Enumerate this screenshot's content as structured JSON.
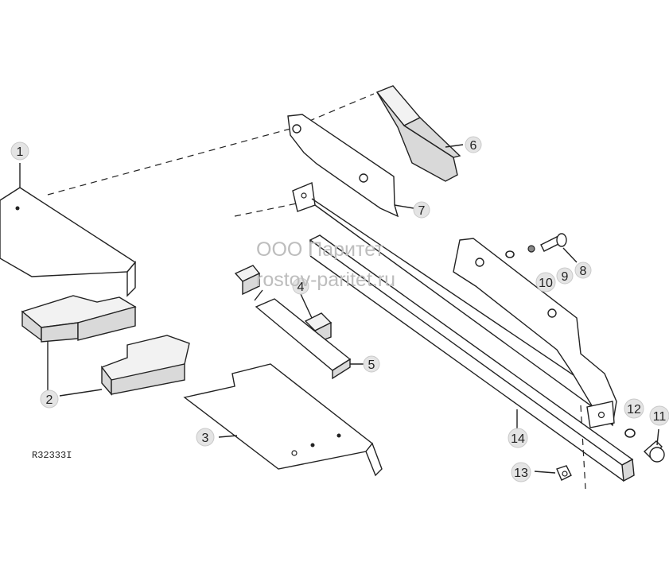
{
  "diagram": {
    "reference_code": "R32333I",
    "watermark": {
      "line1": "ООО Паритет",
      "line2": "rostov-paritet.ru"
    },
    "callouts": [
      {
        "id": "c1",
        "label": "1"
      },
      {
        "id": "c2",
        "label": "2"
      },
      {
        "id": "c3",
        "label": "3"
      },
      {
        "id": "c4",
        "label": "4"
      },
      {
        "id": "c5",
        "label": "5"
      },
      {
        "id": "c6",
        "label": "6"
      },
      {
        "id": "c7",
        "label": "7"
      },
      {
        "id": "c8",
        "label": "8"
      },
      {
        "id": "c9",
        "label": "9"
      },
      {
        "id": "c10",
        "label": "10"
      },
      {
        "id": "c11",
        "label": "11"
      },
      {
        "id": "c12",
        "label": "12"
      },
      {
        "id": "c13",
        "label": "13"
      },
      {
        "id": "c14",
        "label": "14"
      }
    ]
  }
}
